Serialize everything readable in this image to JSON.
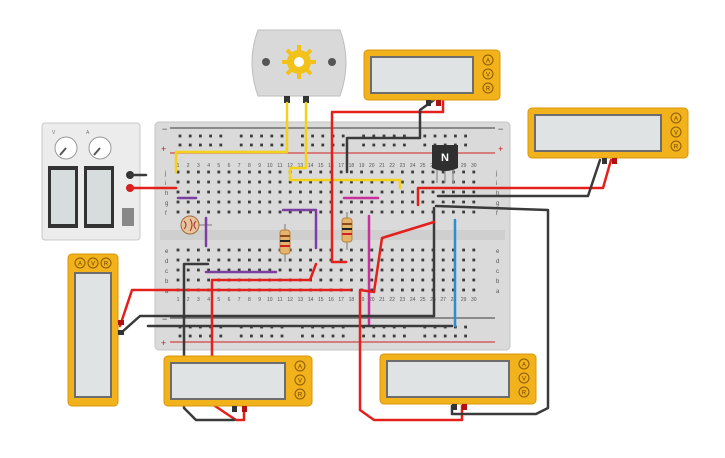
{
  "breadboard": {
    "columns": 30,
    "rows_top": [
      "j",
      "i",
      "h",
      "g",
      "f"
    ],
    "rows_bottom": [
      "e",
      "d",
      "c",
      "b",
      "a"
    ],
    "rail_minus": "−",
    "rail_plus": "+"
  },
  "transistor": {
    "label": "N"
  },
  "multimeters": [
    {
      "name": "multimeter-top-center",
      "buttons": [
        "A",
        "V",
        "R"
      ]
    },
    {
      "name": "multimeter-top-right",
      "buttons": [
        "A",
        "V",
        "R"
      ]
    },
    {
      "name": "multimeter-bottom-center",
      "buttons": [
        "A",
        "V",
        "R"
      ]
    },
    {
      "name": "multimeter-bottom-right",
      "buttons": [
        "A",
        "V",
        "R"
      ]
    },
    {
      "name": "multimeter-left-vertical",
      "buttons": [
        "A",
        "V",
        "R"
      ]
    }
  ],
  "power_supply": {
    "knob_labels": [
      "V",
      "A"
    ]
  },
  "colors": {
    "multimeter_frame": "#f2b21c",
    "screen": "#dfe3e3",
    "wire_red": "#e3201b",
    "wire_black": "#3a3a3a",
    "wire_yellow": "#f5d21a",
    "wire_purple": "#7b3fa0",
    "wire_magenta": "#c8309a",
    "wire_blue": "#2a8ed0"
  }
}
